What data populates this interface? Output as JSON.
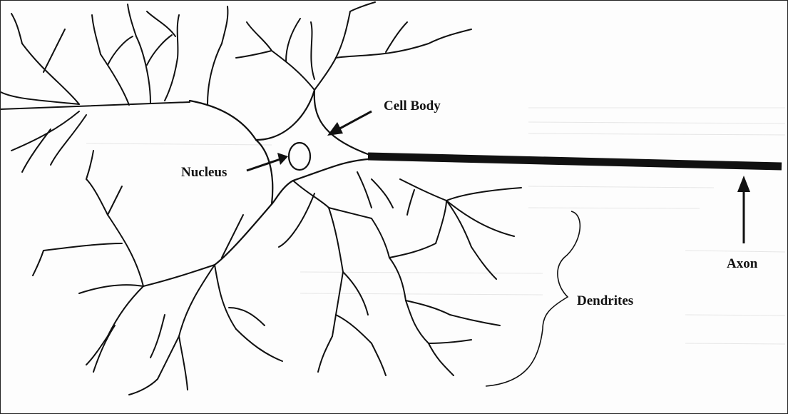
{
  "diagram": {
    "labels": {
      "cell_body": "Cell Body",
      "nucleus": "Nucleus",
      "dendrites": "Dendrites",
      "axon": "Axon"
    },
    "colors": {
      "ink": "#111111",
      "background": "#fdfdfd"
    }
  }
}
